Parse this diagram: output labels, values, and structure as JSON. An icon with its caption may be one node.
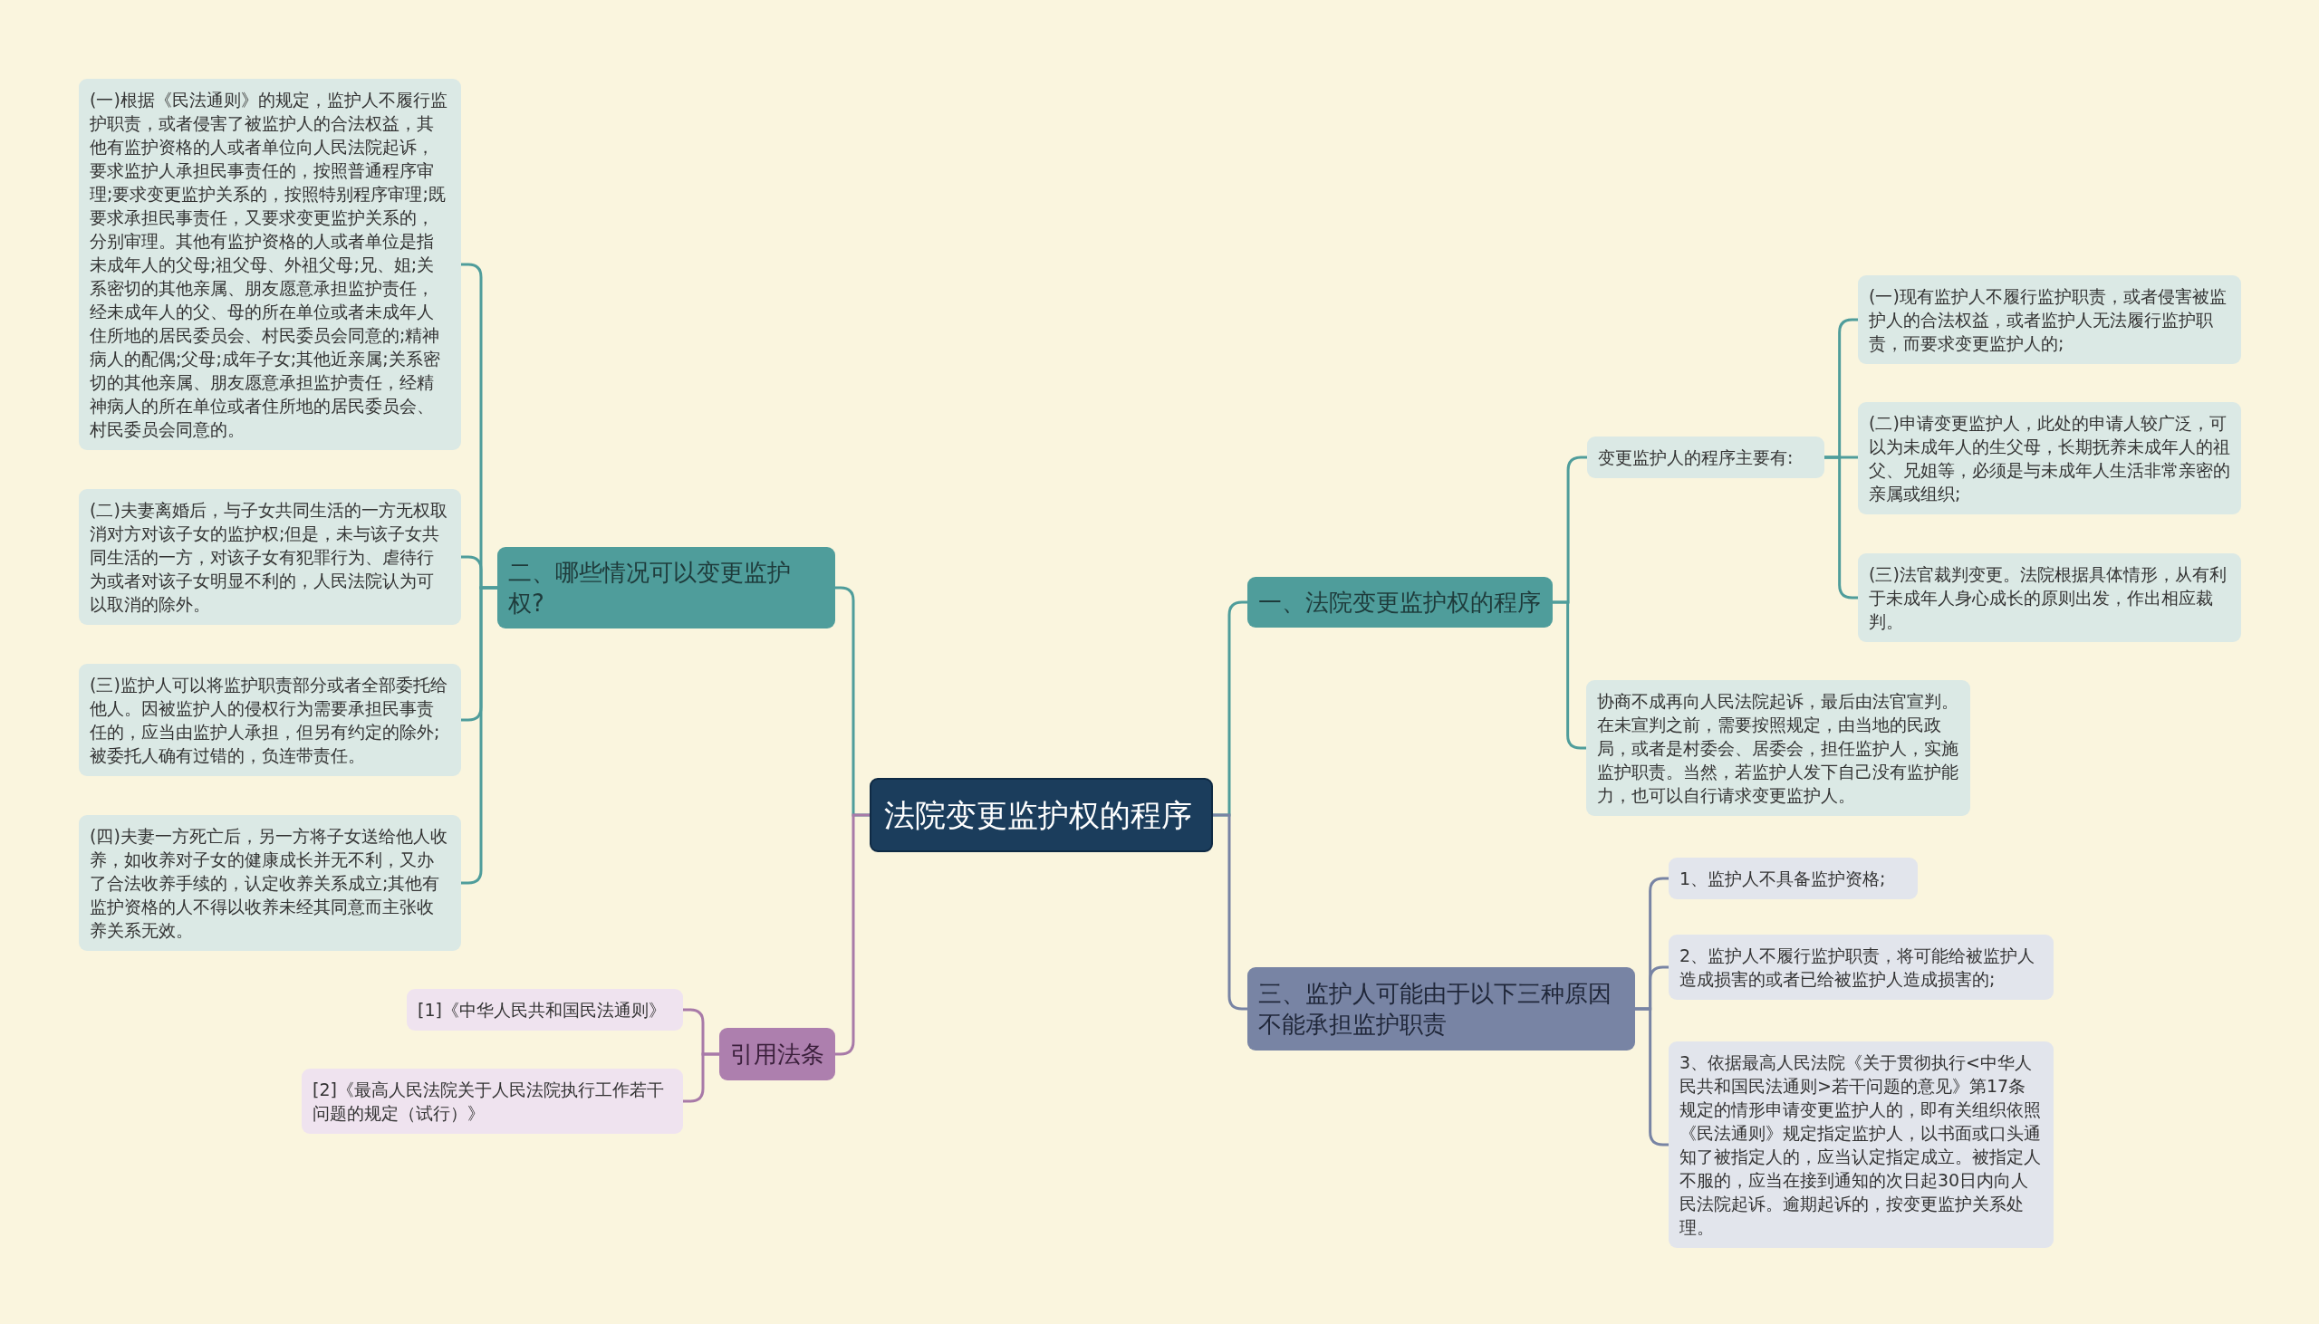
{
  "diagram": {
    "nodes": [
      {
        "text": [
          "法院变更监护权的程序"
        ]
      },
      {
        "text": [
          "一、法院变更监护权的程序"
        ]
      },
      {
        "text": [
          "变更监护人的程序主要有:"
        ]
      },
      {
        "text": [
          "(一)现有监护人不履行监护职责，或者侵害被监护人的合法权益，或者监护人无法履行监护职责，而要求变更监护人的;"
        ]
      },
      {
        "text": [
          "(二)申请变更监护人，此处的申请人较广泛，可以为未成年人的生父母，长期抚养未成年人的祖父、兄姐等，必须是与未成年人生活非常亲密的亲属或组织;"
        ]
      },
      {
        "text": [
          "(三)法官裁判变更。法院根据具体情形，从有利于未成年人身心成长的原则出发，作出相应裁判。"
        ]
      },
      {
        "text": [
          "协商不成再向人民法院起诉，最后由法官宣判。在未宣判之前，需要按照规定，由当地的民政局，或者是村委会、居委会，担任监护人，实施监护职责。当然，若监护人发下自己没有监护能力，也可以自行请求变更监护人。"
        ]
      },
      {
        "text": [
          "三、监护人可能由于以下三种原因不能承担监护职责"
        ]
      },
      {
        "text": [
          "1、监护人不具备监护资格;"
        ]
      },
      {
        "text": [
          "2、监护人不履行监护职责，将可能给被监护人造成损害的或者已给被监护人造成损害的;"
        ]
      },
      {
        "text": [
          "3、依据最高人民法院《关于贯彻执行<中华人民共和国民法通则>若干问题的意见》第17条规定的情形申请变更监护人的，即有关组织依照《民法通则》规定指定监护人，以书面或口头通知了被指定人的，应当认定指定成立。被指定人不服的，应当在接到通知的次日起30日内向人民法院起诉。逾期起诉的，按变更监护关系处理。"
        ]
      },
      {
        "text": [
          "二、哪些情况可以变更监护权?"
        ]
      },
      {
        "text": [
          "(一)根据《民法通则》的规定，监护人不履行监护职责，或者侵害了被监护人的合法权益，其他有监护资格的人或者单位向人民法院起诉，要求监护人承担民事责任的，按照普通程序审理;要求变更监护关系的，按照特别程序审理;既要求承担民事责任，又要求变更监护关系的，分别审理。其他有监护资格的人或者单位是指未成年人的父母;祖父母、外祖父母;兄、姐;关系密切的其他亲属、朋友愿意承担监护责任，经未成年人的父、母的所在单位或者未成年人住所地的居民委员会、村民委员会同意的;精神病人的配偶;父母;成年子女;其他近亲属;关系密切的其他亲属、朋友愿意承担监护责任，经精神病人的所在单位或者住所地的居民委员会、村民委员会同意的。"
        ]
      },
      {
        "text": [
          "(二)夫妻离婚后，与子女共同生活的一方无权取消对方对该子女的监护权;但是，未与该子女共同生活的一方，对该子女有犯罪行为、虐待行为或者对该子女明显不利的，人民法院认为可以取消的除外。"
        ]
      },
      {
        "text": [
          "(三)监护人可以将监护职责部分或者全部委托给他人。因被监护人的侵权行为需要承担民事责任的，应当由监护人承担，但另有约定的除外;被委托人确有过错的，负连带责任。"
        ]
      },
      {
        "text": [
          "(四)夫妻一方死亡后，另一方将子女送给他人收养，如收养对子女的健康成长并无不利，又办了合法收养手续的，认定收养关系成立;其他有监护资格的人不得以收养未经其同意而主张收养关系无效。"
        ]
      },
      {
        "text": [
          "引用法条"
        ]
      },
      {
        "text": [
          "[1]《中华人民共和国民法通则》"
        ]
      },
      {
        "text": [
          "[2]《最高人民法院关于人民法院执行工作若干问题的规定（试行）》"
        ]
      }
    ],
    "edges": [
      {
        "from": 0,
        "to": 1,
        "arrow": "none"
      },
      {
        "from": 1,
        "to": 2,
        "arrow": "none"
      },
      {
        "from": 2,
        "to": 3,
        "arrow": "none"
      },
      {
        "from": 2,
        "to": 4,
        "arrow": "none"
      },
      {
        "from": 2,
        "to": 5,
        "arrow": "none"
      },
      {
        "from": 1,
        "to": 6,
        "arrow": "none"
      },
      {
        "from": 0,
        "to": 7,
        "arrow": "none",
        "color": "#7884a4"
      },
      {
        "from": 7,
        "to": 8,
        "arrow": "none",
        "color": "#7884a4"
      },
      {
        "from": 7,
        "to": 9,
        "arrow": "none",
        "color": "#7884a4"
      },
      {
        "from": 7,
        "to": 10,
        "arrow": "none",
        "color": "#7884a4"
      },
      {
        "from": 0,
        "to": 11,
        "arrow": "none"
      },
      {
        "from": 11,
        "to": 12,
        "arrow": "none"
      },
      {
        "from": 11,
        "to": 13,
        "arrow": "none"
      },
      {
        "from": 11,
        "to": 14,
        "arrow": "none"
      },
      {
        "from": 11,
        "to": 15,
        "arrow": "none"
      },
      {
        "from": 0,
        "to": 16,
        "arrow": "none",
        "color": "#a87aa8"
      },
      {
        "from": 16,
        "to": 17,
        "arrow": "none",
        "color": "#a87aa8"
      },
      {
        "from": 16,
        "to": 18,
        "arrow": "none",
        "color": "#a87aa8"
      }
    ]
  }
}
